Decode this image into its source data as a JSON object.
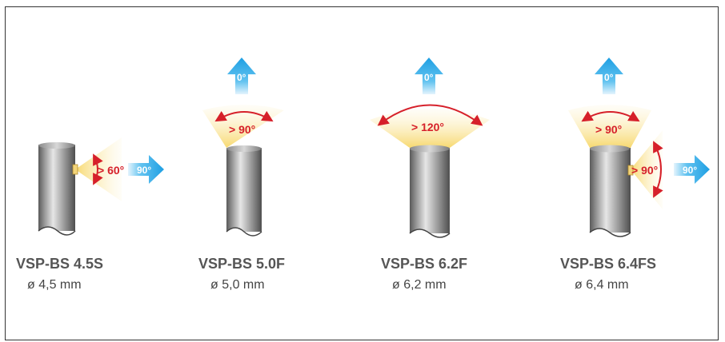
{
  "products": [
    {
      "name": "VSP-BS 4.5S",
      "diameter": "ø 4,5 mm",
      "angle": "> 60°",
      "arrow": "90°"
    },
    {
      "name": "VSP-BS 5.0F",
      "diameter": "ø 5,0 mm",
      "angle": "> 90°",
      "arrow": "0°"
    },
    {
      "name": "VSP-BS 6.2F",
      "diameter": "ø 6,2 mm",
      "angle": "> 120°",
      "arrow": "0°"
    },
    {
      "name": "VSP-BS 6.4FS",
      "diameter": "ø 6,4 mm",
      "angle_front": "> 90°",
      "angle_side": "> 90°",
      "arrow_front": "0°",
      "arrow_side": "90°"
    }
  ],
  "colors": {
    "angle_red": "#d6202a",
    "arrow_blue": "#1ea6e6",
    "beam_yellow": "#fbe9a8",
    "tube_gray": "#9a9a9a"
  }
}
